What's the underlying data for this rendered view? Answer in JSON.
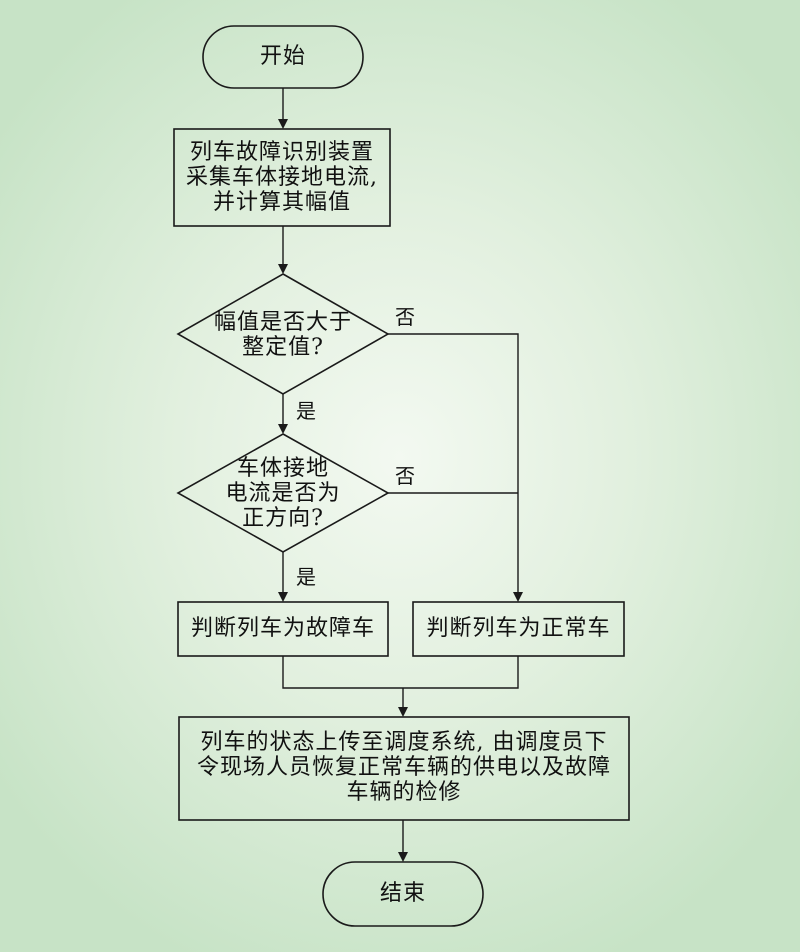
{
  "flowchart": {
    "start": "开始",
    "step_collect": "列车故障识别装置\n采集车体接地电流,\n并计算其幅值",
    "decision_amplitude": "幅值是否大于\n整定值?",
    "decision_direction": "车体接地\n电流是否为\n正方向?",
    "result_fault": "判断列车为故障车",
    "result_normal": "判断列车为正常车",
    "step_upload": "列车的状态上传至调度系统, 由调度员下\n令现场人员恢复正常车辆的供电以及故障\n车辆的检修",
    "end": "结束",
    "labels": {
      "amplitude_no": "否",
      "amplitude_yes": "是",
      "direction_no": "否",
      "direction_yes": "是"
    }
  }
}
